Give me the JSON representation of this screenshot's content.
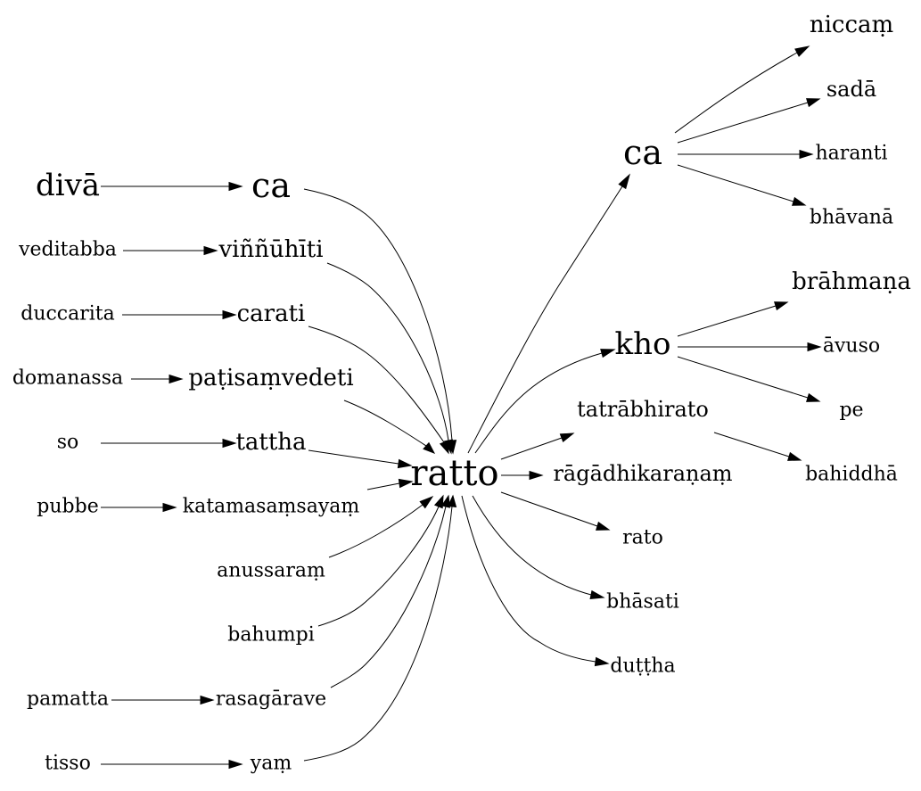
{
  "graph": {
    "nodes": [
      {
        "id": "ratto",
        "label": "ratto"
      },
      {
        "id": "diva",
        "label": "divā"
      },
      {
        "id": "ca_left",
        "label": "ca"
      },
      {
        "id": "veditabba",
        "label": "veditabba"
      },
      {
        "id": "vinnuhiti",
        "label": "viññūhīti"
      },
      {
        "id": "duccarita",
        "label": "duccarita"
      },
      {
        "id": "carati",
        "label": "carati"
      },
      {
        "id": "domanassa",
        "label": "domanassa"
      },
      {
        "id": "patisamvedeti",
        "label": "paṭisaṃvedeti"
      },
      {
        "id": "so",
        "label": "so"
      },
      {
        "id": "tattha",
        "label": "tattha"
      },
      {
        "id": "pubbe",
        "label": "pubbe"
      },
      {
        "id": "katamasamsayam",
        "label": "katamasaṃsayaṃ"
      },
      {
        "id": "anussaram",
        "label": "anussaraṃ"
      },
      {
        "id": "bahumpi",
        "label": "bahumpi"
      },
      {
        "id": "pamatta",
        "label": "pamatta"
      },
      {
        "id": "rasagarave",
        "label": "rasagārave"
      },
      {
        "id": "tisso",
        "label": "tisso"
      },
      {
        "id": "yam",
        "label": "yaṃ"
      },
      {
        "id": "ca_right",
        "label": "ca"
      },
      {
        "id": "niccam",
        "label": "niccaṃ"
      },
      {
        "id": "sada",
        "label": "sadā"
      },
      {
        "id": "haranti",
        "label": "haranti"
      },
      {
        "id": "bhavana",
        "label": "bhāvanā"
      },
      {
        "id": "kho",
        "label": "kho"
      },
      {
        "id": "brahmana",
        "label": "brāhmaṇa"
      },
      {
        "id": "avuso",
        "label": "āvuso"
      },
      {
        "id": "pe",
        "label": "pe"
      },
      {
        "id": "tatrabhirato",
        "label": "tatrābhirato"
      },
      {
        "id": "bahiddha",
        "label": "bahiddhā"
      },
      {
        "id": "ragadhikaranam",
        "label": "rāgādhikaraṇaṃ"
      },
      {
        "id": "rato",
        "label": "rato"
      },
      {
        "id": "bhasati",
        "label": "bhāsati"
      },
      {
        "id": "duttha",
        "label": "duṭṭha"
      }
    ],
    "edges": [
      {
        "from": "diva",
        "to": "ca_left"
      },
      {
        "from": "veditabba",
        "to": "vinnuhiti"
      },
      {
        "from": "duccarita",
        "to": "carati"
      },
      {
        "from": "domanassa",
        "to": "patisamvedeti"
      },
      {
        "from": "so",
        "to": "tattha"
      },
      {
        "from": "pubbe",
        "to": "katamasamsayam"
      },
      {
        "from": "pamatta",
        "to": "rasagarave"
      },
      {
        "from": "tisso",
        "to": "yam"
      },
      {
        "from": "ca_left",
        "to": "ratto"
      },
      {
        "from": "vinnuhiti",
        "to": "ratto"
      },
      {
        "from": "carati",
        "to": "ratto"
      },
      {
        "from": "patisamvedeti",
        "to": "ratto"
      },
      {
        "from": "tattha",
        "to": "ratto"
      },
      {
        "from": "katamasamsayam",
        "to": "ratto"
      },
      {
        "from": "anussaram",
        "to": "ratto"
      },
      {
        "from": "bahumpi",
        "to": "ratto"
      },
      {
        "from": "rasagarave",
        "to": "ratto"
      },
      {
        "from": "yam",
        "to": "ratto"
      },
      {
        "from": "ratto",
        "to": "ca_right"
      },
      {
        "from": "ratto",
        "to": "kho"
      },
      {
        "from": "ratto",
        "to": "tatrabhirato"
      },
      {
        "from": "ratto",
        "to": "ragadhikaranam"
      },
      {
        "from": "ratto",
        "to": "rato"
      },
      {
        "from": "ratto",
        "to": "bhasati"
      },
      {
        "from": "ratto",
        "to": "duttha"
      },
      {
        "from": "ca_right",
        "to": "niccam"
      },
      {
        "from": "ca_right",
        "to": "sada"
      },
      {
        "from": "ca_right",
        "to": "haranti"
      },
      {
        "from": "ca_right",
        "to": "bhavana"
      },
      {
        "from": "kho",
        "to": "brahmana"
      },
      {
        "from": "kho",
        "to": "avuso"
      },
      {
        "from": "kho",
        "to": "pe"
      },
      {
        "from": "tatrabhirato",
        "to": "bahiddha"
      }
    ]
  }
}
